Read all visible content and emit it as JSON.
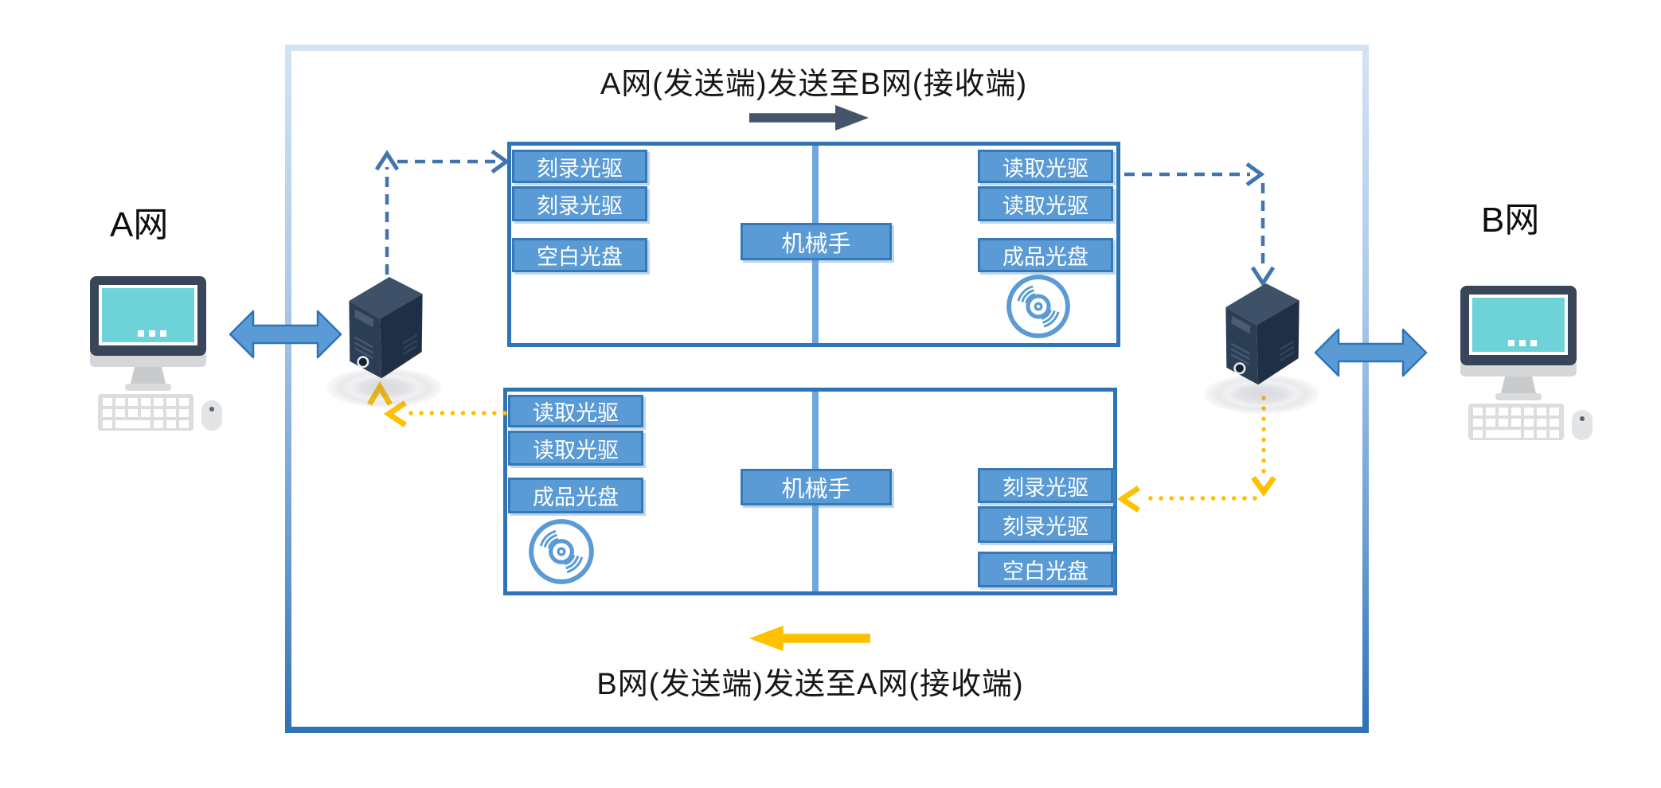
{
  "titles": {
    "top": "A网(发送端)发送至B网(接收端)",
    "bottom": "B网(发送端)发送至A网(接收端)"
  },
  "networks": {
    "left": "A网",
    "right": "B网"
  },
  "chambers": {
    "top": {
      "left_column": [
        "刻录光驱",
        "刻录光驱",
        "空白光盘"
      ],
      "center": "机械手",
      "right_column": [
        "读取光驱",
        "读取光驱",
        "成品光盘"
      ]
    },
    "bottom": {
      "left_column": [
        "读取光驱",
        "读取光驱",
        "成品光盘"
      ],
      "center": "机械手",
      "right_column": [
        "刻录光驱",
        "刻录光驱",
        "空白光盘"
      ]
    }
  },
  "icons": {
    "computer_left": "desktop-computer",
    "computer_right": "desktop-computer",
    "server_left": "server-tower",
    "server_right": "server-tower",
    "disc_top": "optical-disc",
    "disc_bottom": "optical-disc",
    "duplex_arrow": "double-headed-arrow",
    "forward_arrow": "right-arrow",
    "backward_arrow": "left-arrow"
  },
  "colors": {
    "node_fill": "#5B9BD5",
    "node_border": "#2E75B6",
    "chamber_border": "#2E75B6",
    "divider": "#6FA8DC",
    "dashed_path": "#4274AE",
    "dotted_path": "#FFC000",
    "forward_arrow": "#44546A",
    "backward_arrow": "#FFC000",
    "duplex_fill": "#5B9BD5",
    "screen": "#6ED3D8",
    "tower_front": "#2C3E55"
  }
}
